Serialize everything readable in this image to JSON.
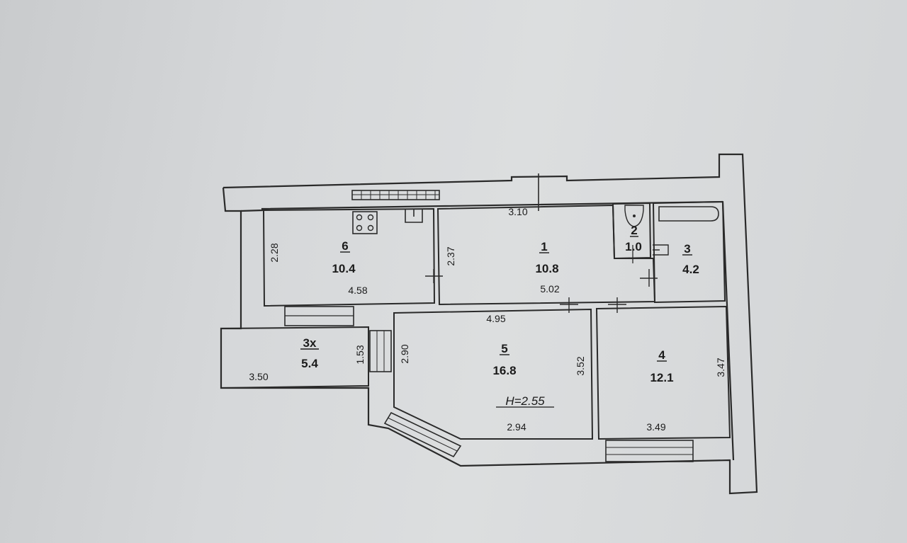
{
  "rooms": [
    {
      "number": "6",
      "area": "10.4"
    },
    {
      "number": "1",
      "area": "10.8"
    },
    {
      "number": "2",
      "area": "1.0"
    },
    {
      "number": "3",
      "area": "4.2"
    },
    {
      "number": "3х",
      "area": "5.4"
    },
    {
      "number": "5",
      "area": "16.8"
    },
    {
      "number": "4",
      "area": "12.1"
    }
  ],
  "dimensions": {
    "d_228": "2.28",
    "d_458": "4.58",
    "d_237": "2.37",
    "d_310": "3.10",
    "d_502": "5.02",
    "d_495": "4.95",
    "d_290": "2.90",
    "d_153": "1.53",
    "d_350": "3.50",
    "d_352": "3.52",
    "d_294": "2.94",
    "d_347": "3.47",
    "d_349": "3.49"
  },
  "ceiling_height": "H=2.55"
}
